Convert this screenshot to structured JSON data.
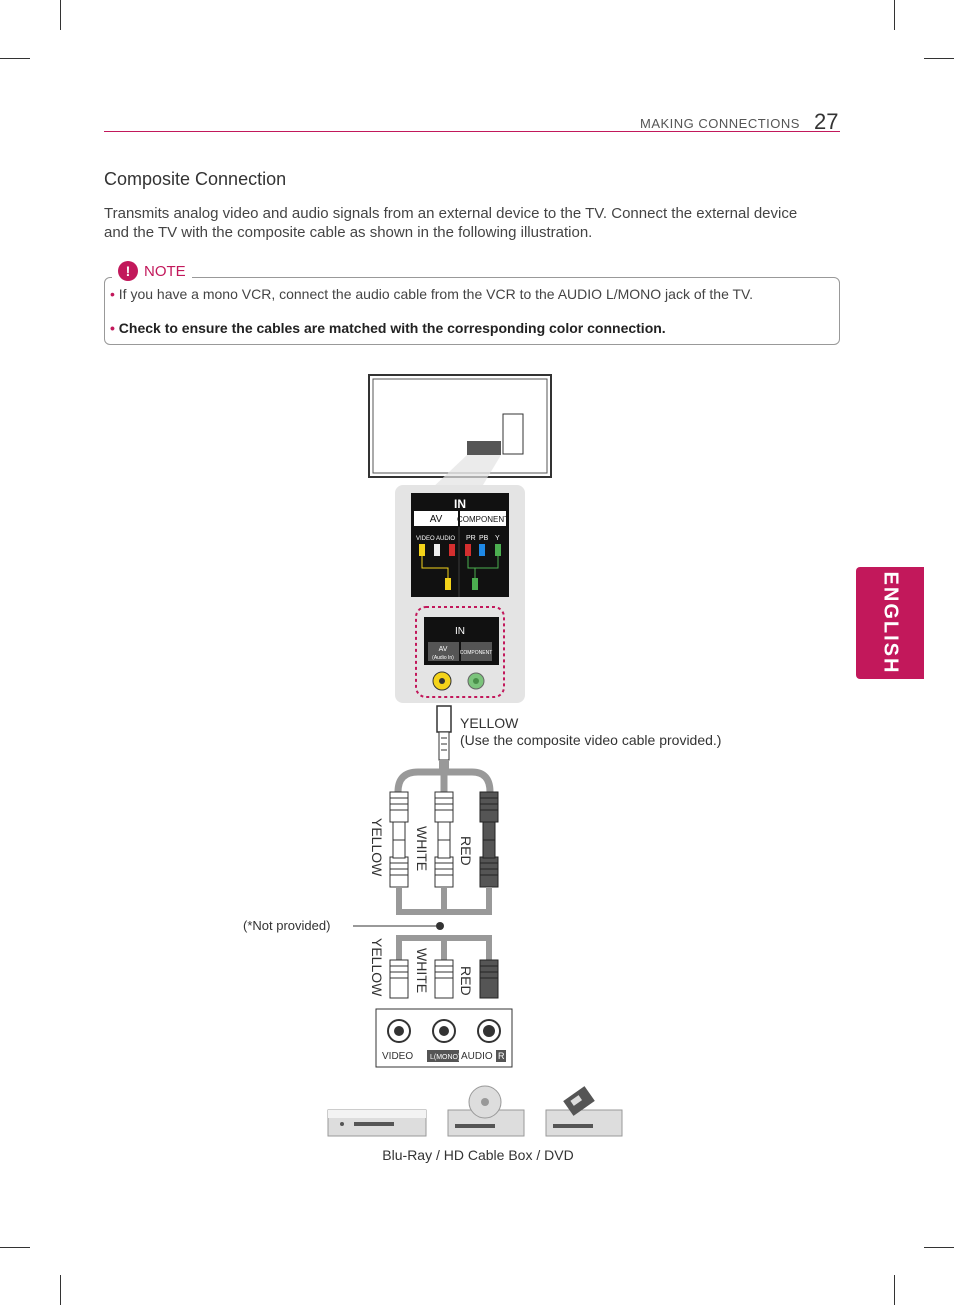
{
  "header": {
    "section": "MAKING CONNECTIONS",
    "page_number": "27"
  },
  "title": "Composite Connection",
  "intro": "Transmits analog video and audio signals from an external device to the TV. Connect the external device and the TV with the composite cable as shown in the following illustration.",
  "note": {
    "label": "NOTE",
    "icon": "exclamation-icon",
    "items": [
      "If you have a mono VCR, connect the audio cable from the VCR to the AUDIO L/MONO jack of the TV.",
      "Check to ensure the cables are matched with the corresponding color connection."
    ]
  },
  "side_tab": "ENGLISH",
  "tv_panel": {
    "top_label": "IN",
    "av_label": "AV",
    "component_label": "COMPONENT",
    "video_label": "VIDEO",
    "audio_label": "AUDIO",
    "pr": "PR",
    "pb": "PB",
    "y": "Y"
  },
  "zoom_panel": {
    "in": "IN",
    "av": "AV",
    "audio_in": "(Audio In)",
    "component": "COMPONENT"
  },
  "cable_labels": {
    "yellow_title": "YELLOW",
    "yellow_note": "(Use the composite video cable provided.)",
    "upper": [
      "YELLOW",
      "WHITE",
      "RED"
    ],
    "lower": [
      "YELLOW",
      "WHITE",
      "RED"
    ],
    "not_provided": "(*Not provided)"
  },
  "device_jacks": {
    "video": "VIDEO",
    "l_mono": "L(MONO)",
    "audio": "AUDIO",
    "r": "R"
  },
  "devices_caption": "Blu-Ray / HD Cable Box / DVD",
  "colors": {
    "accent": "#c2185b",
    "yellow": "#f4d31a",
    "white": "#eeeeee",
    "red": "#d32f2f",
    "green": "#4caf50",
    "blue": "#1e88e5"
  }
}
